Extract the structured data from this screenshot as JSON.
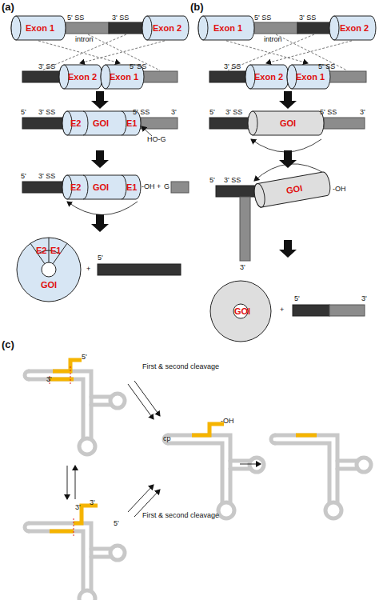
{
  "diagram": {
    "nodes": [
      {
        "text": [
          "Exon 1"
        ]
      },
      {
        "text": [
          "Exon 2"
        ]
      },
      {
        "text": [
          "Exon 2"
        ]
      },
      {
        "text": [
          "Exon 1"
        ]
      },
      {
        "text": [
          "E2",
          "GOI",
          "E1"
        ]
      },
      {
        "text": [
          "E2",
          "GOI",
          "E1"
        ]
      },
      {
        "text": [
          "E2",
          "E1",
          "GOI"
        ]
      },
      {
        "text": [
          "Exon 1"
        ]
      },
      {
        "text": [
          "Exon 2"
        ]
      },
      {
        "text": [
          "Exon 2"
        ]
      },
      {
        "text": [
          "Exon 1"
        ]
      },
      {
        "text": [
          "GOI"
        ]
      },
      {
        "text": [
          "GOI"
        ]
      },
      {
        "text": [
          "GOI"
        ]
      }
    ],
    "labels": [
      "(a)",
      "5' SS",
      "intron",
      "3' SS",
      "3' SS",
      "5' SS",
      "5'",
      "3' SS",
      "5' SS",
      "3'",
      "HO-G",
      "5'",
      "3' SS",
      "-OH",
      "+",
      "G",
      "+",
      "5'",
      "(b)",
      "5' SS",
      "intron",
      "3' SS",
      "3' SS",
      "5' SS",
      "5'",
      "3' SS",
      "5' SS",
      "3'",
      "5'",
      "3' SS",
      "-OH",
      "3'",
      "+",
      "5'",
      "3'",
      "(c)",
      "5'",
      "3'",
      "First & second cleavage",
      "-OH",
      "cp",
      "3'",
      "3'",
      "5'",
      "First & second cleavage"
    ]
  }
}
